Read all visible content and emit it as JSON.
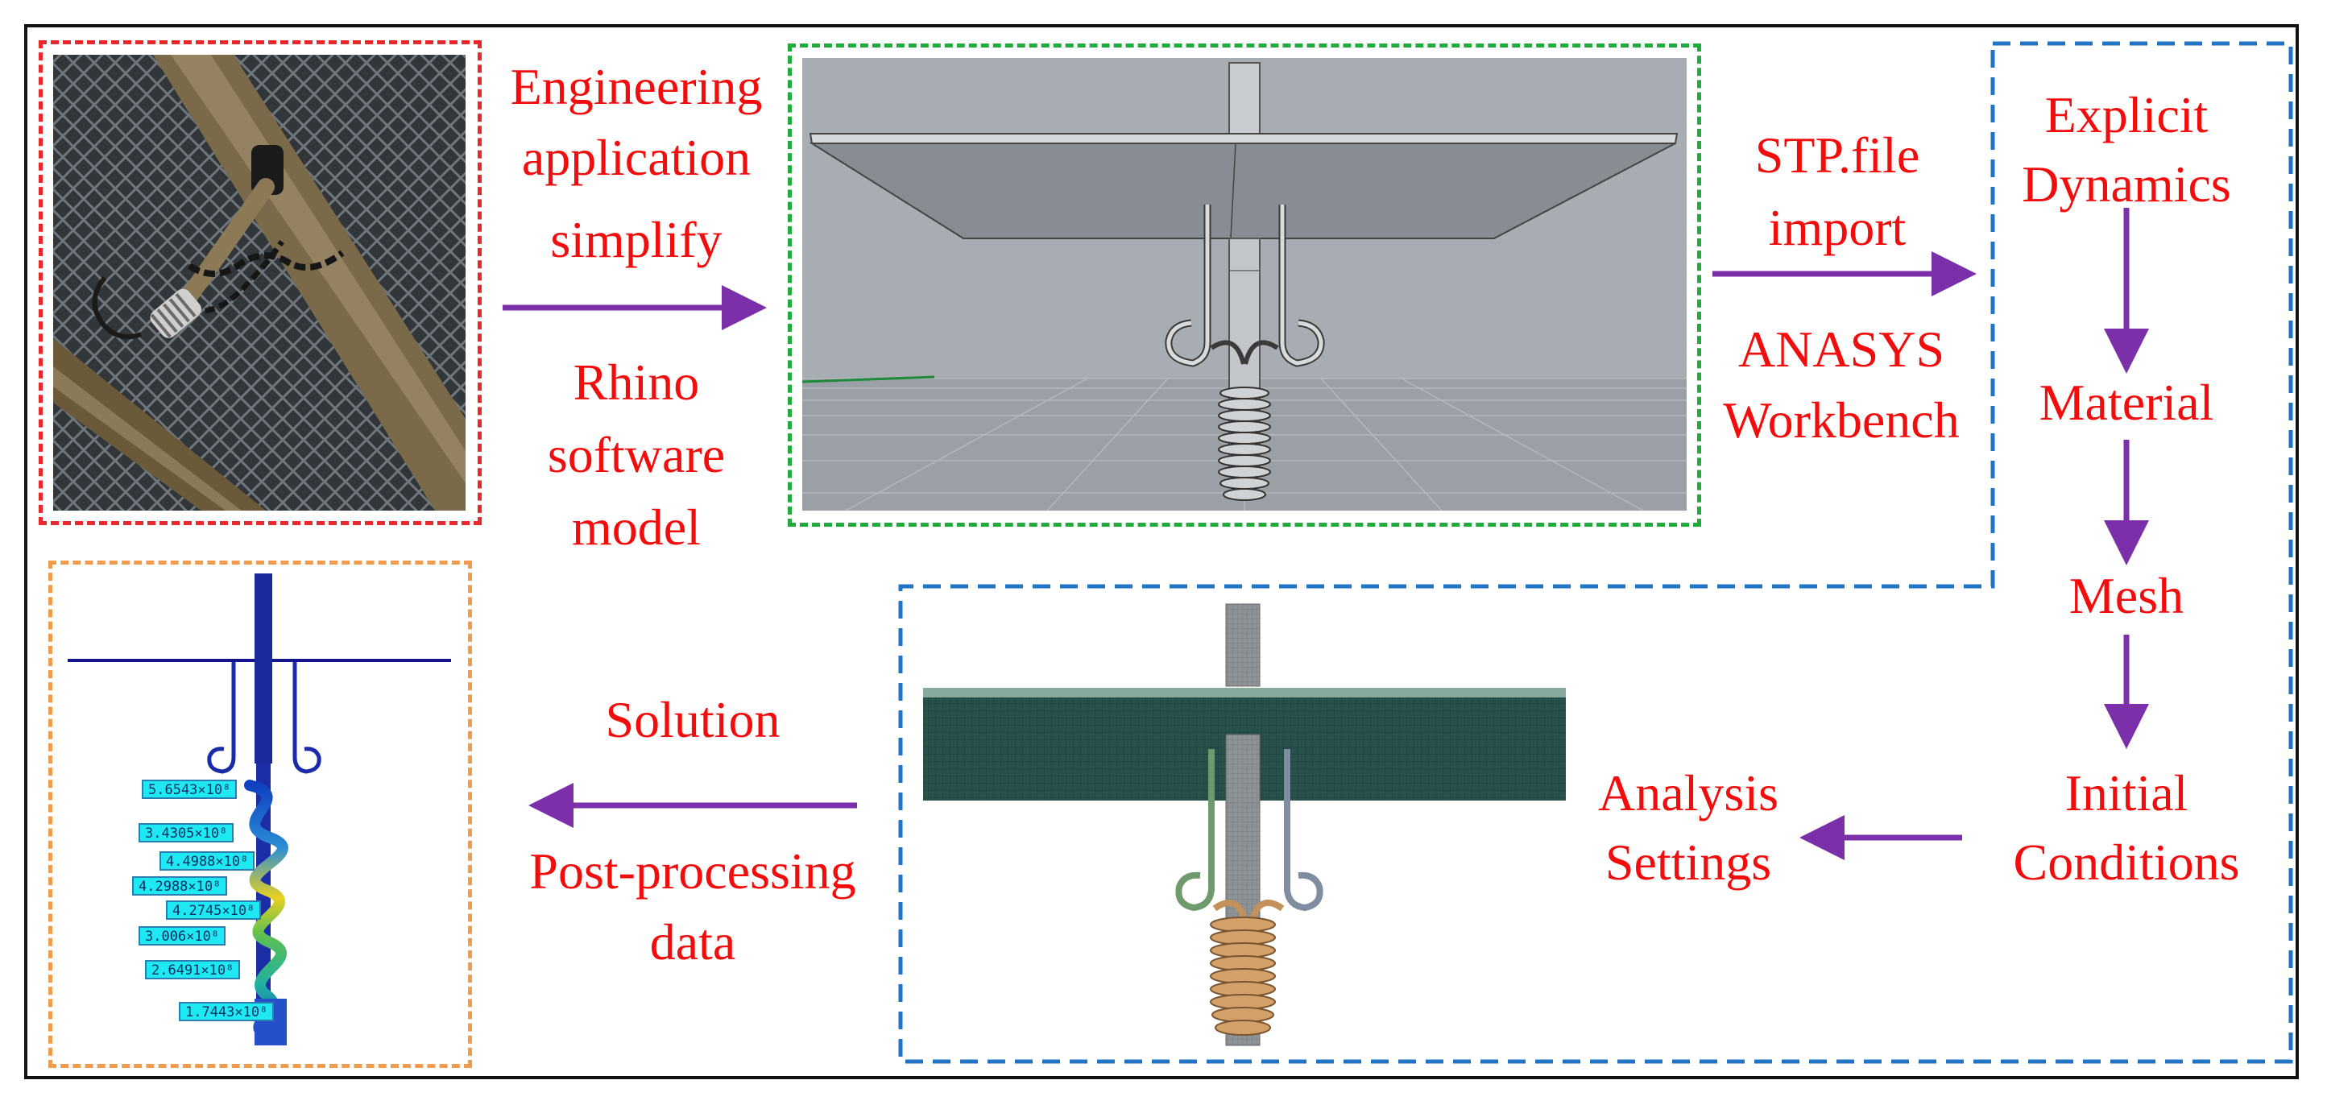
{
  "labels": {
    "engineering_application": "Engineering application",
    "simplify": "simplify",
    "rhino_software_model": "Rhino software model",
    "stp_file_import": "STP.file import",
    "ansys_workbench": "ANASYS Workbench",
    "explicit_dynamics": "Explicit Dynamics",
    "material": "Material",
    "mesh": "Mesh",
    "initial_conditions": "Initial Conditions",
    "analysis_settings": "Analysis Settings",
    "solution": "Solution",
    "post_processing_data": "Post-processing data"
  },
  "stress_tags": [
    "5.6543×10⁸",
    "3.4305×10⁸",
    "4.4988×10⁸",
    "4.2988×10⁸",
    "4.2745×10⁸",
    "3.006×10⁸",
    "2.6491×10⁸",
    "1.7443×10⁸"
  ],
  "colors": {
    "label_red": "#f20c0c",
    "arrow_purple": "#7b2fa8",
    "frame_red": "#e8282b",
    "frame_green": "#22aa3c",
    "frame_blue": "#2173c5",
    "frame_orange": "#f19c4c"
  }
}
